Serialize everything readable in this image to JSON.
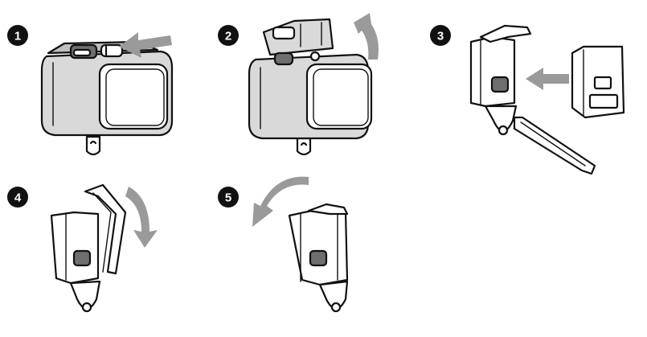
{
  "steps": [
    {
      "number": "1",
      "illustration": "case-latch-slide"
    },
    {
      "number": "2",
      "illustration": "case-latch-open"
    },
    {
      "number": "3",
      "illustration": "insert-camera"
    },
    {
      "number": "4",
      "illustration": "close-door"
    },
    {
      "number": "5",
      "illustration": "lock-latch"
    }
  ],
  "colors": {
    "outline": "#111111",
    "case_fill": "#d9d9d9",
    "lens_fill": "#ffffff",
    "arrow_fill": "#9a9a9a",
    "badge_fill": "#111111",
    "button_fill": "#6e6e6e"
  }
}
